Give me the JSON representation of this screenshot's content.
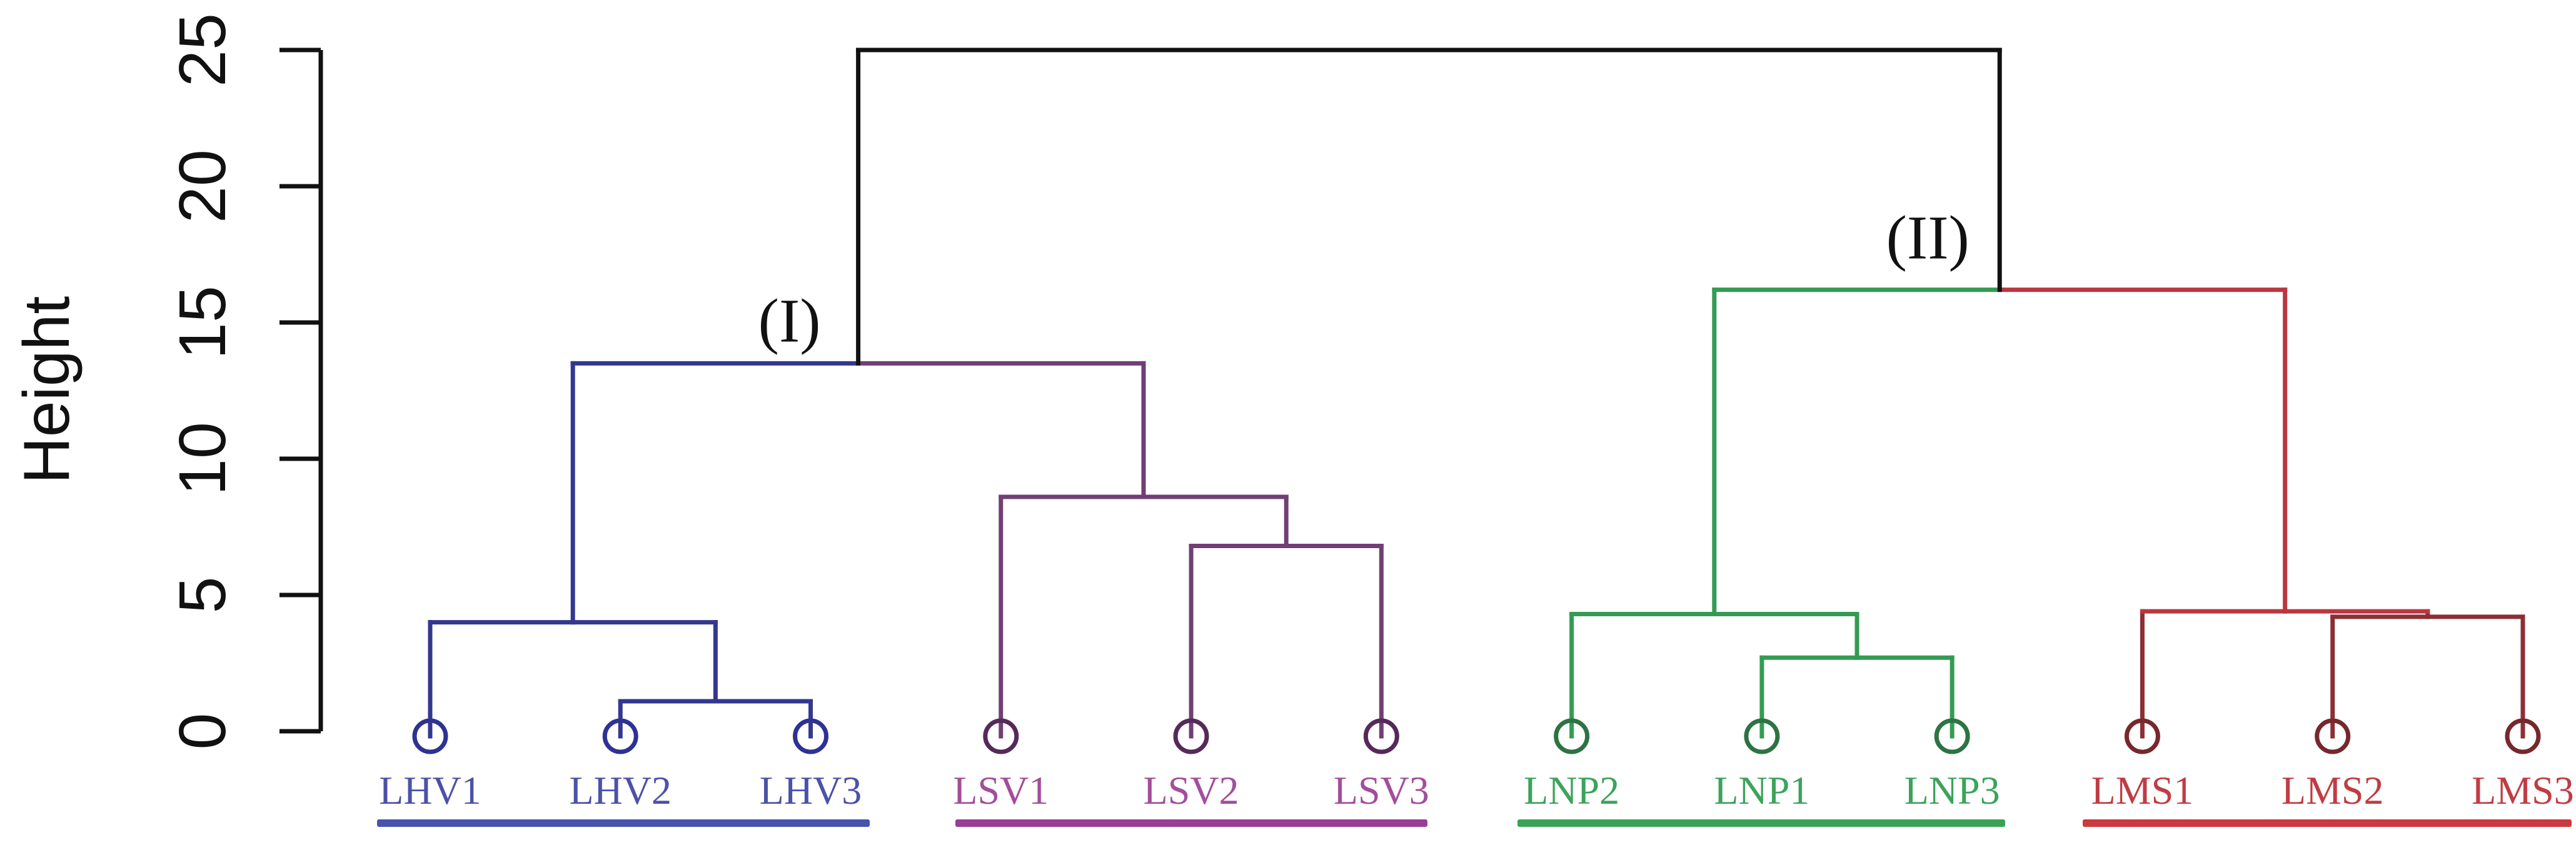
{
  "figure": {
    "background": "#ffffff",
    "axis_color": "#111111"
  },
  "chart_data": {
    "type": "dendrogram",
    "title": "",
    "ylabel": "Height",
    "ylim": [
      0,
      25
    ],
    "yticks": [
      "0",
      "5",
      "10",
      "15",
      "20",
      "25"
    ],
    "ytick_values": [
      0,
      5,
      10,
      15,
      20,
      25
    ],
    "grid": "off",
    "leaves": [
      "LHV1",
      "LHV2",
      "LHV3",
      "LSV1",
      "LSV2",
      "LSV3",
      "LNP2",
      "LNP1",
      "LNP3",
      "LMS1",
      "LMS2",
      "LMS3"
    ],
    "clusters": [
      {
        "name": "LHV",
        "leaves": [
          "LHV1",
          "LHV2",
          "LHV3"
        ],
        "line_color": "#33388f",
        "circle_color": "#2e3292",
        "label_color": "#4c51a8",
        "underline_color": "#4853ae"
      },
      {
        "name": "LSV",
        "leaves": [
          "LSV1",
          "LSV2",
          "LSV3"
        ],
        "line_color": "#713f74",
        "circle_color": "#552a58",
        "label_color": "#a34d9b",
        "underline_color": "#993d96"
      },
      {
        "name": "LNP",
        "leaves": [
          "LNP2",
          "LNP1",
          "LNP3"
        ],
        "line_color": "#359b53",
        "circle_color": "#2d7343",
        "label_color": "#3ca35b",
        "underline_color": "#3aa257"
      },
      {
        "name": "LMS",
        "leaves": [
          "LMS1",
          "LMS2",
          "LMS3"
        ],
        "line_color": "#8c2f34",
        "circle_color": "#76282d",
        "label_color": "#c03c43",
        "underline_color": "#cc3940"
      }
    ],
    "merges": [
      {
        "id": "b1",
        "a": "LHV2",
        "b": "LHV3",
        "height": 1.1,
        "colors": {
          "ha": "#33388f",
          "hb": "#33388f",
          "va": "#33388f",
          "vb": "#33388f"
        }
      },
      {
        "id": "b2",
        "a": "LHV1",
        "b": "b1",
        "height": 4.0,
        "colors": {
          "ha": "#33388f",
          "hb": "#33388f",
          "va": "#33388f",
          "vb": "#33388f"
        }
      },
      {
        "id": "p1",
        "a": "LSV2",
        "b": "LSV3",
        "height": 6.8,
        "colors": {
          "ha": "#713f74",
          "hb": "#713f74",
          "va": "#713f74",
          "vb": "#713f74"
        }
      },
      {
        "id": "p2",
        "a": "LSV1",
        "b": "p1",
        "height": 8.6,
        "colors": {
          "ha": "#713f74",
          "hb": "#713f74",
          "va": "#713f74",
          "vb": "#713f74"
        }
      },
      {
        "id": "I",
        "a": "b2",
        "b": "p2",
        "height": 13.5,
        "colors": {
          "ha": "#33388f",
          "hb": "#713f74",
          "va": "#33388f",
          "vb": "#713f74"
        }
      },
      {
        "id": "g1",
        "a": "LNP1",
        "b": "LNP3",
        "height": 2.7,
        "colors": {
          "ha": "#359b53",
          "hb": "#359b53",
          "va": "#359b53",
          "vb": "#359b53"
        }
      },
      {
        "id": "g2",
        "a": "LNP2",
        "b": "g1",
        "height": 4.3,
        "colors": {
          "ha": "#359b53",
          "hb": "#359b53",
          "va": "#359b53",
          "vb": "#359b53"
        }
      },
      {
        "id": "r1",
        "a": "LMS2",
        "b": "LMS3",
        "height": 4.2,
        "colors": {
          "ha": "#8c2f34",
          "hb": "#8c2f34",
          "va": "#8c2f34",
          "vb": "#8c2f34"
        }
      },
      {
        "id": "r2",
        "a": "LMS1",
        "b": "r1",
        "height": 4.4,
        "colors": {
          "ha": "#bb3740",
          "hb": "#bb3740",
          "va": "#8c2f34",
          "vb": "#8c2f34"
        }
      },
      {
        "id": "II",
        "a": "g2",
        "b": "r2",
        "height": 16.2,
        "colors": {
          "ha": "#359b53",
          "hb": "#bb3740",
          "va": "#359b53",
          "vb": "#bb3740"
        }
      },
      {
        "id": "root",
        "a": "I",
        "b": "II",
        "height": 25.0,
        "colors": {
          "ha": "#111111",
          "hb": "#111111",
          "va": "#111111",
          "vb": "#111111"
        }
      }
    ],
    "annotations": [
      {
        "text": "(I)",
        "node": "I"
      },
      {
        "text": "(II)",
        "node": "II"
      }
    ],
    "legend": "none"
  }
}
